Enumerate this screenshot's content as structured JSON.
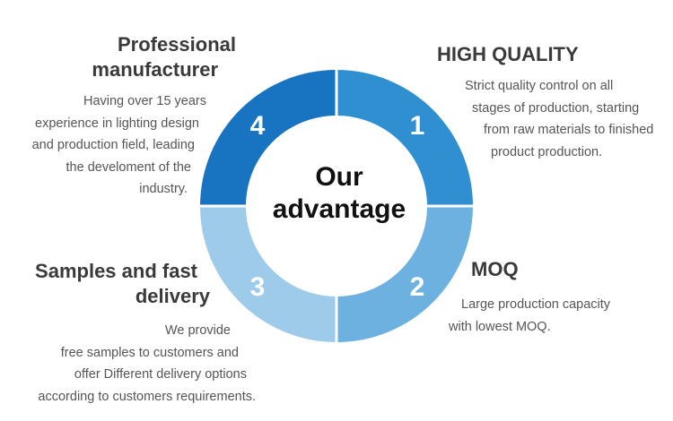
{
  "center": {
    "line1": "Our",
    "line2": "advantage"
  },
  "segments": [
    {
      "number": "1",
      "color": "#2f8fd0"
    },
    {
      "number": "2",
      "color": "#6db1e0"
    },
    {
      "number": "3",
      "color": "#9ecbea"
    },
    {
      "number": "4",
      "color": "#1874c1"
    }
  ],
  "blocks": {
    "high_quality": {
      "title": "HIGH QUALITY",
      "lines": [
        "Strict quality control on all",
        "stages of production, starting",
        "from raw materials to finished",
        "product production."
      ]
    },
    "moq": {
      "title": "MOQ",
      "lines": [
        "Large production capacity",
        "with lowest MOQ."
      ]
    },
    "samples": {
      "title_lines": [
        "Samples and fast",
        "delivery"
      ],
      "lines": [
        "We provide",
        "free samples to customers and",
        "offer Different delivery options",
        "according to customers requirements."
      ]
    },
    "manufacturer": {
      "title_lines": [
        "Professional",
        "manufacturer"
      ],
      "lines": [
        "Having over 15 years",
        "experience in lighting design",
        "and production field, leading",
        "the develoment of the",
        "industry."
      ]
    }
  }
}
